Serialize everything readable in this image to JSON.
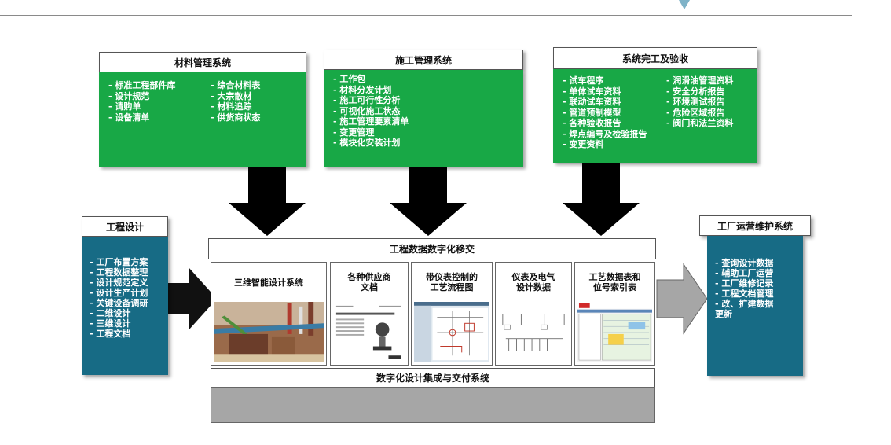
{
  "materials": {
    "title": "材料管理系统",
    "col1": [
      "标准工程部件库",
      "设计规范",
      "请购单",
      "设备清单"
    ],
    "col2": [
      "综合材料表",
      "大宗散材",
      "材料追踪",
      "供货商状态"
    ]
  },
  "construction": {
    "title": "施工管理系统",
    "items": [
      "工作包",
      "材料分发计划",
      "施工可行性分析",
      "可视化施工状态",
      "施工管理要素清单",
      "变更管理",
      "模块化安装计划"
    ]
  },
  "completion": {
    "title": "系统完工及验收",
    "col1": [
      "试车程序",
      "单体试车资料",
      "联动试车资料",
      "管道预制模型",
      "各种验收报告",
      "焊点编号及检验报告",
      "变更资料"
    ],
    "col2": [
      "润滑油管理资料",
      "安全分析报告",
      "环境测试报告",
      " 危险区域报告",
      "阀门和法兰资料"
    ]
  },
  "engineering": {
    "title": "工程设计",
    "items": [
      "工厂布置方案",
      "工程数据整理",
      "设计规范定义",
      "设计生产计划",
      "关键设备调研",
      "二维设计",
      "三维设计",
      "工程文档"
    ]
  },
  "operations": {
    "title": "工厂运营维护系统",
    "items": [
      "查询设计数据",
      "辅助工厂运营",
      "工厂维修记录",
      "工程文档管理",
      "改、扩建数据更新"
    ]
  },
  "handover": {
    "title": "工程数据数字化移交"
  },
  "panels": [
    {
      "title": "三维智能设计系统"
    },
    {
      "title": "各种供应商\n文档"
    },
    {
      "title": "带仪表控制的\n工艺流程图"
    },
    {
      "title": "仪表及电气\n设计数据"
    },
    {
      "title": "工艺数据表和\n位号索引表"
    }
  ],
  "platform": {
    "title": "数字化设计集成与交付系统"
  },
  "colors": {
    "green": "#18a846",
    "teal": "#176b85",
    "arrow_black": "#000000",
    "arrow_gray": "#a6a6a6"
  }
}
